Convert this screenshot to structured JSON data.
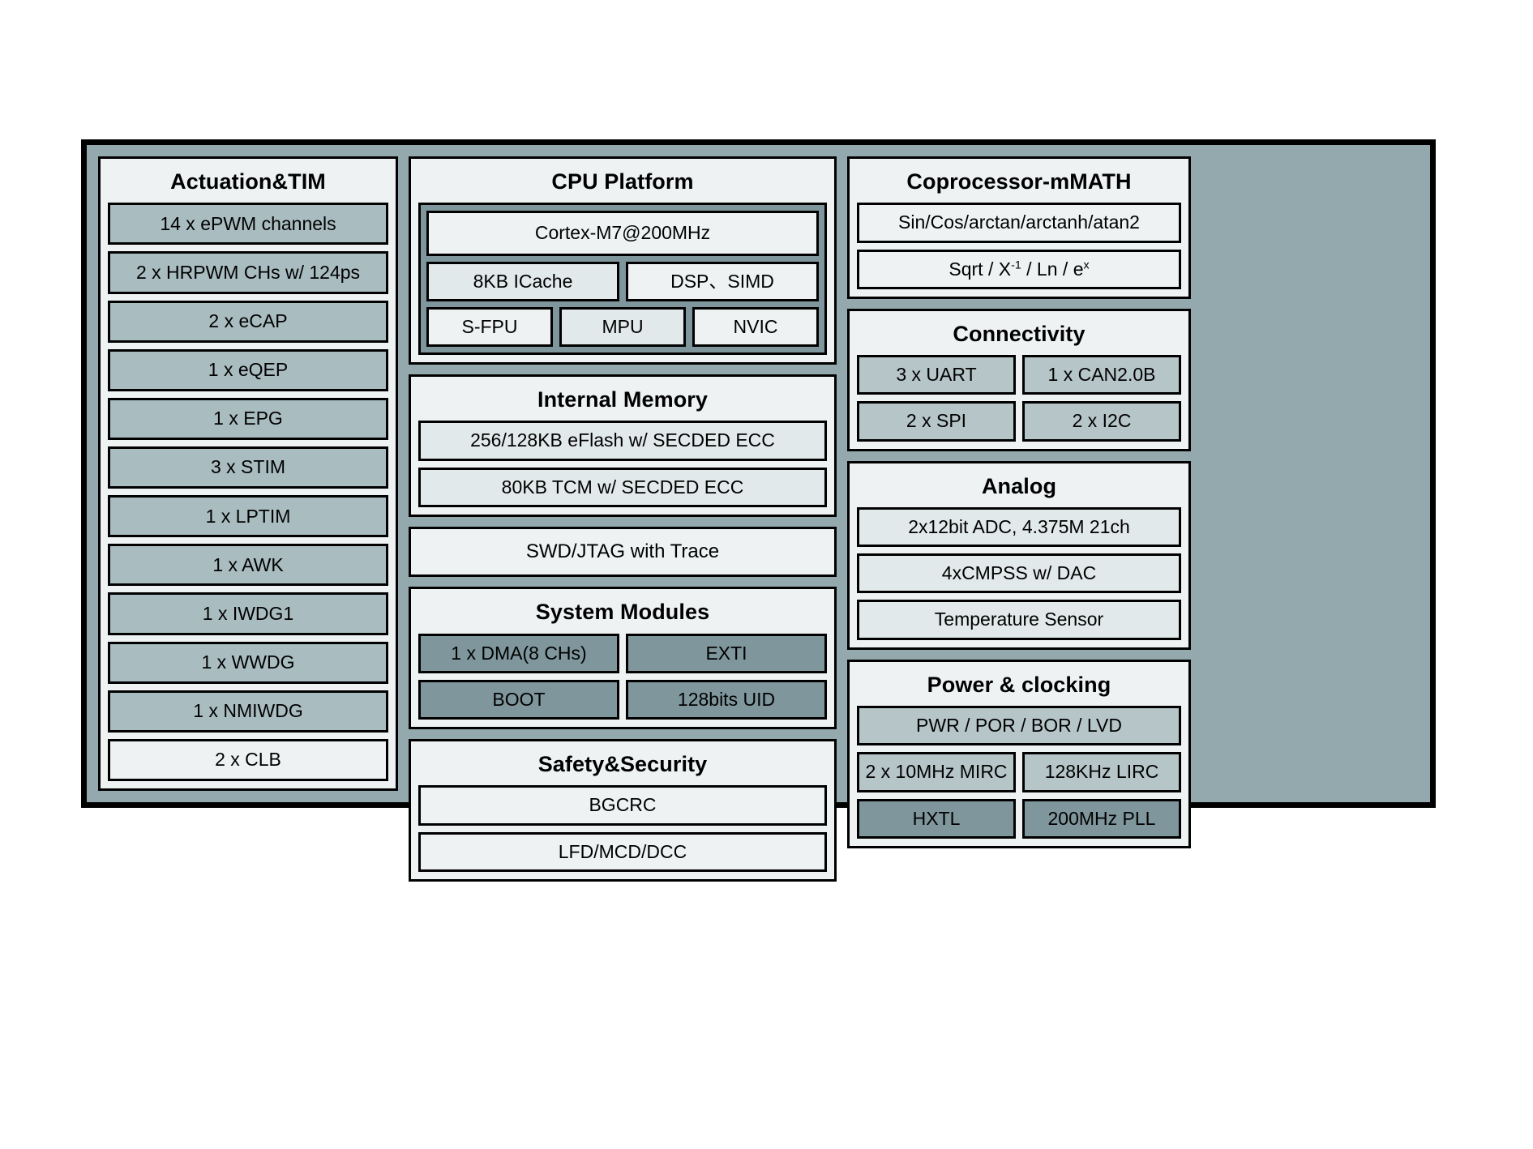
{
  "diagram": {
    "type": "mcu-block-diagram",
    "colors": {
      "chip_background": "#94a9ad",
      "panel_background": "#eef2f3",
      "cell_medium": "#a9bcc0",
      "cell_light": "#e2e9ea",
      "cell_dark": "#7e969c",
      "cell_slate": "#b6c5c8",
      "outline": "#000000"
    }
  },
  "left_column": {
    "actuation": {
      "title": "Actuation&TIM",
      "items": [
        "14 x ePWM channels",
        "2 x HRPWM CHs w/ 124ps",
        "2 x eCAP",
        "1 x eQEP",
        "1 x EPG",
        "3 x STIM",
        "1 x LPTIM",
        "1 x AWK",
        "1 x IWDG1",
        "1 x WWDG",
        "1 x NMIWDG",
        "2 x CLB"
      ]
    }
  },
  "center_column": {
    "cpu_platform": {
      "title": "CPU Platform",
      "core": "Cortex-M7@200MHz",
      "row_two": [
        "8KB ICache",
        "DSP、SIMD"
      ],
      "row_three": [
        "S-FPU",
        "MPU",
        "NVIC"
      ]
    },
    "internal_memory": {
      "title": "Internal Memory",
      "items": [
        "256/128KB eFlash w/ SECDED ECC",
        "80KB TCM w/ SECDED ECC"
      ]
    },
    "debug": {
      "label": "SWD/JTAG with Trace"
    },
    "system_modules": {
      "title": "System Modules",
      "row_one": [
        "1 x DMA(8 CHs)",
        "EXTI"
      ],
      "row_two": [
        "BOOT",
        "128bits UID"
      ]
    },
    "safety_security": {
      "title": "Safety&Security",
      "items": [
        "BGCRC",
        "LFD/MCD/DCC"
      ]
    }
  },
  "right_column": {
    "coprocessor": {
      "title": "Coprocessor-mMATH",
      "items": [
        "Sin/Cos/arctan/arctanh/atan2"
      ],
      "item_math_prefix": "Sqrt / X",
      "item_math_sup1": "-1",
      "item_math_mid": " / Ln / e",
      "item_math_sup2": "x"
    },
    "connectivity": {
      "title": "Connectivity",
      "row_one": [
        "3 x UART",
        "1 x CAN2.0B"
      ],
      "row_two": [
        "2 x SPI",
        "2 x I2C"
      ]
    },
    "analog": {
      "title": "Analog",
      "items": [
        "2x12bit ADC, 4.375M 21ch",
        "4xCMPSS w/ DAC",
        "Temperature Sensor"
      ]
    },
    "power_clocking": {
      "title": "Power & clocking",
      "full_width_item": "PWR / POR / BOR / LVD",
      "row_one": [
        "2 x 10MHz MIRC",
        "128KHz LIRC"
      ],
      "row_two": [
        "HXTL",
        "200MHz PLL"
      ]
    }
  }
}
